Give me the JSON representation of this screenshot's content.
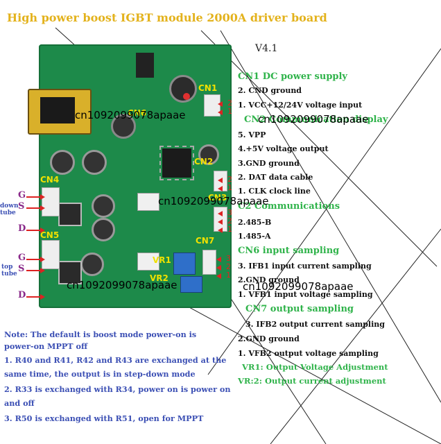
{
  "title": "High power boost IGBT module 2000A driver board",
  "version": "V4.1",
  "watermark": "cn1092099078apaae",
  "left_labels": {
    "down_group": {
      "g": "G",
      "s": "S",
      "d": "D",
      "name": "down\ntube"
    },
    "top_group": {
      "g": "G",
      "s": "S",
      "d": "D",
      "name": "top\ntube"
    }
  },
  "board_labels": {
    "cn1": "CN1",
    "cn2": "CN2",
    "cn3": "CN3",
    "cn4": "CN4",
    "cn5": "CN5",
    "cn6": "CN6",
    "cn7": "CN7",
    "vr1": "VR1",
    "vr2": "VR2"
  },
  "pin_numbers": {
    "cn1": [
      "2",
      "1"
    ],
    "cn2": [
      "2",
      "1"
    ],
    "cn3": [
      "3",
      "2",
      "1"
    ],
    "cn7": [
      "3",
      "2",
      "1"
    ]
  },
  "sections": [
    {
      "heading": "CN1 DC power supply",
      "items": [
        "2. CND ground",
        "1. VCC+12/24V voltage input"
      ]
    },
    {
      "heading": "CN2 Communication display",
      "items": [
        "5. VPP",
        "4.+5V voltage output",
        "3.GND ground",
        "2. DAT data cable",
        "1. CLK clock line"
      ]
    },
    {
      "heading": "C2 Communications",
      "items": [
        "2.485-B",
        "1.485-A"
      ]
    },
    {
      "heading": "CN6 input sampling",
      "items": [
        "3. IFB1 input current sampling",
        "2.GND ground",
        "1. VFB1 input voltage sampling"
      ]
    },
    {
      "heading": "CN7 output sampling",
      "items": [
        "3. IFB2 output current sampling",
        "2.GND ground",
        "1. VFB2 output voltage sampling"
      ]
    }
  ],
  "adjustments": [
    "VR1: Output Voltage Adjustment",
    "VR:2: Output current adjustment"
  ],
  "notes": [
    "Note: The default is boost mode power-on is",
    "power-on MPPT off",
    "1. R40 and R41, R42 and R43 are exchanged at the",
    "same time, the output is in step-down mode",
    "2. R33 is exchanged with R34, power on is power on",
    "and off",
    "3. R50 is exchanged with R51, open for MPPT"
  ],
  "colors": {
    "title": "#e3b21c",
    "green": "#2fb34a",
    "note_blue": "#3b4fb4",
    "pcb": "#1d8a4a",
    "arrow": "#d22222",
    "pin_label": "#8a2a8a"
  }
}
